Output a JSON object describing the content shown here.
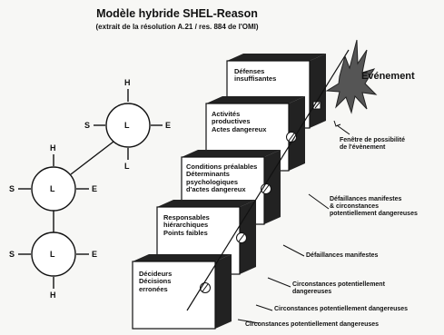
{
  "title": "Modèle hybride SHEL-Reason",
  "subtitle": "(extrait de la résolution A.21 / res. 884 de l'OMI)",
  "shel": {
    "center_letter": "L",
    "top_letter": "H",
    "left_letter": "S",
    "right_letter": "E",
    "bottom_letter": "L",
    "bottom_h_letter": "H"
  },
  "event_label": "Evénement",
  "panels": [
    {
      "lines": [
        "Défenses",
        "insuffisantes"
      ]
    },
    {
      "lines": [
        "Activités",
        "productives",
        "Actes dangereux"
      ]
    },
    {
      "lines": [
        "Conditions préalables",
        "Déterminants",
        "psychologiques",
        "d'actes dangereux"
      ]
    },
    {
      "lines": [
        "Responsables",
        "hiérarchiques",
        "Points faibles"
      ]
    },
    {
      "lines": [
        "Décideurs",
        "Décisions",
        "erronées"
      ]
    }
  ],
  "annotations": {
    "window": [
      "Fenêtre de possibilité",
      "de l'évènement"
    ],
    "manifest_circ": [
      "Défaillances manifestes",
      "& circonstances",
      "potentiellement dangereuses"
    ],
    "manifest": [
      "Défaillances manifestes"
    ],
    "circ1": [
      "Circonstances potentiellement",
      "dangereuses"
    ],
    "circ2": [
      "Circonstances potentiellement dangereuses"
    ],
    "circ3": [
      "Circonstances potentiellement dangereuses"
    ]
  }
}
